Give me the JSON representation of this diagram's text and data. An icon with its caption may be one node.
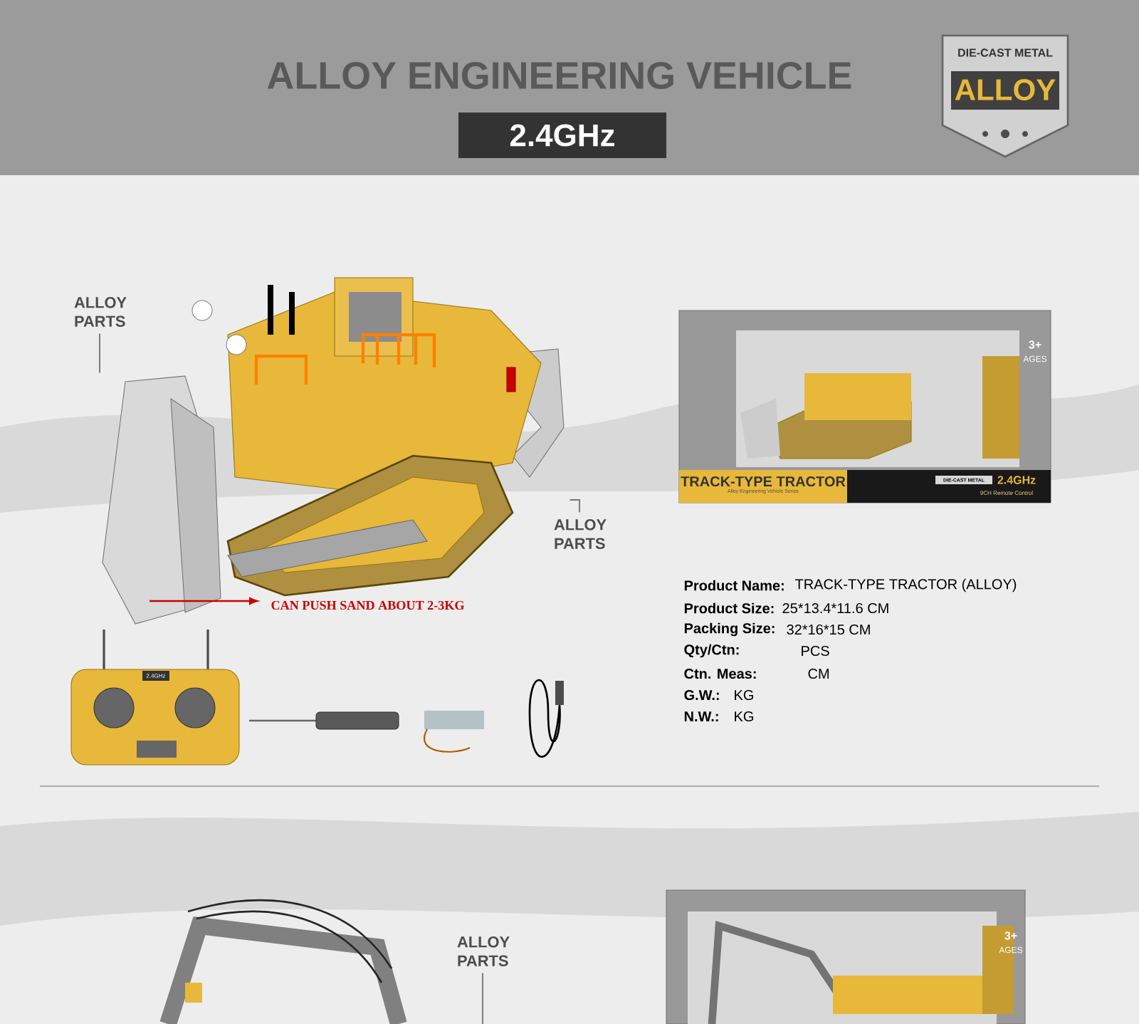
{
  "diagram": {
    "title": "ALLOY ENGINEERING VEHICLE",
    "nodes": [
      {
        "text": [
          "2.4GHz"
        ]
      },
      {
        "text": [
          "DIE-CAST METAL",
          "ALLOY"
        ]
      },
      {
        "text": [
          "ALLOY PARTS"
        ]
      },
      {
        "text": [],
        "shape": "picture"
      },
      {
        "text": [
          "ALLOY PARTS"
        ]
      },
      {
        "text": [
          "3+",
          "AGES",
          "TRACK-TYPE TRACTOR",
          "Alloy Engineering Vehicle Series",
          "DIE-CAST METAL",
          "2.4GHz",
          "9CH Remote Control"
        ]
      },
      {
        "text": [
          "ALLOY PARTS"
        ]
      },
      {
        "text": [
          "3+",
          "AGES"
        ]
      }
    ],
    "edges": [
      {
        "from": 2,
        "to": 3,
        "arrow": "none"
      },
      {
        "from": 4,
        "to": 3,
        "arrow": "none"
      },
      {
        "from": 6,
        "to": null,
        "arrow": "none"
      }
    ],
    "labels": [
      "CAN PUSH SAND ABOUT 2-3KG",
      "Product Name:",
      "TRACK-TYPE TRACTOR (ALLOY)",
      "Product Size:",
      "25*13.4*11.6 CM",
      "Packing Size:",
      "32*16*15 CM",
      "Qty/Ctn:",
      "PCS",
      "Ctn. Meas:",
      "CM",
      "G.W.:",
      "KG",
      "N.W.:",
      "KG",
      "2.4GHz"
    ]
  }
}
